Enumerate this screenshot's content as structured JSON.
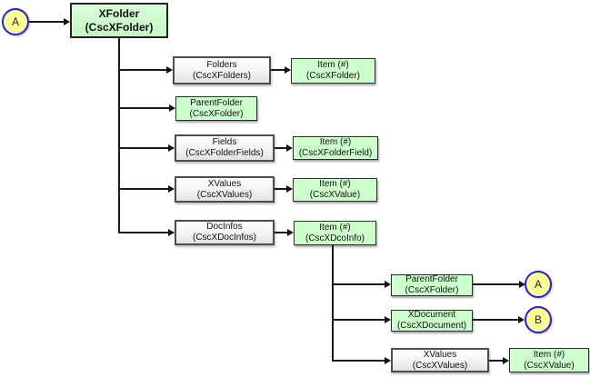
{
  "nodes": {
    "ref_a_top": {
      "label": "A"
    },
    "xfolder": {
      "line1": "XFolder",
      "line2": "(CscXFolder)"
    },
    "folders": {
      "line1": "Folders",
      "line2": "(CscXFolders)"
    },
    "folders_item": {
      "line1": "Item (#)",
      "line2": "(CscXFolder)"
    },
    "parent_folder": {
      "line1": "ParentFolder",
      "line2": "(CscXFolder)"
    },
    "fields": {
      "line1": "Fields",
      "line2": "(CscXFolderFields)"
    },
    "fields_item": {
      "line1": "Item (#)",
      "line2": "(CscXFolderField)"
    },
    "xvalues": {
      "line1": "XValues",
      "line2": "(CscXValues)"
    },
    "xvalues_item": {
      "line1": "Item (#)",
      "line2": "(CscXValue)"
    },
    "docinfos": {
      "line1": "DocInfos",
      "line2": "(CscXDocInfos)"
    },
    "docinfos_item": {
      "line1": "Item (#)",
      "line2": "(CscXDcoInfo)"
    },
    "di_parent_folder": {
      "line1": "ParentFolder",
      "line2": "(CscXFolder)"
    },
    "ref_a_bottom": {
      "label": "A"
    },
    "di_xdocument": {
      "line1": "XDocument",
      "line2": "(CscXDocument)"
    },
    "ref_b": {
      "label": "B"
    },
    "di_xvalues": {
      "line1": "XValues",
      "line2": "(CscXValues)"
    },
    "di_xvalues_item": {
      "line1": "Item (#)",
      "line2": "(CscXValue)"
    }
  },
  "colors": {
    "background": "#ffffff",
    "green_node_fill": "#ccffcc",
    "green_node_border": "#2d2d2d",
    "white_node_fill_top": "#ffffff",
    "white_node_fill_bottom": "#e2e2e2",
    "white_node_border": "#4d4d4d",
    "circle_fill": "#ffff99",
    "circle_border": "#2222cc",
    "connector": "#1a1a1a"
  }
}
